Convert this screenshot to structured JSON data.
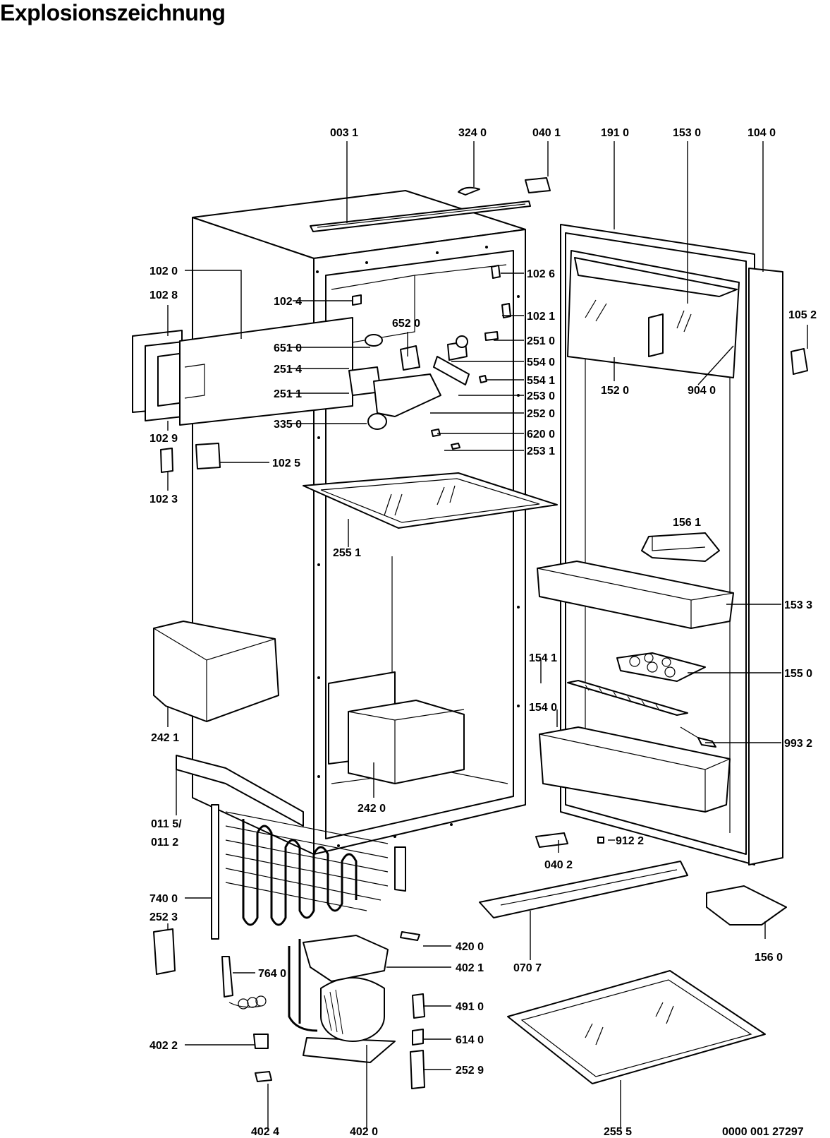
{
  "title": "Explosionszeichnung",
  "doc_number": "0000 001 27297",
  "labels": {
    "l0031": "003 1",
    "l3240": "324 0",
    "l0401": "040 1",
    "l1910": "191 0",
    "l1530": "153 0",
    "l1040": "104 0",
    "l1020": "102 0",
    "l1028": "102 8",
    "l1024": "102 4",
    "l1026": "102 6",
    "l1021": "102 1",
    "l1052": "105 2",
    "l6520": "652 0",
    "l6510": "651 0",
    "l2510": "251 0",
    "l2514": "251 4",
    "l5540": "554 0",
    "l5541": "554 1",
    "l2511": "251 1",
    "l2530": "253 0",
    "l1520": "152 0",
    "l9040": "904 0",
    "l2520": "252 0",
    "l3350": "335 0",
    "l6200": "620 0",
    "l1029": "102 9",
    "l2531": "253 1",
    "l1025": "102 5",
    "l1023": "102 3",
    "l1561": "156 1",
    "l2551": "255 1",
    "l1533": "153 3",
    "l1541": "154 1",
    "l1550": "155 0",
    "l1540": "154 0",
    "l2421": "242 1",
    "l9932": "993 2",
    "l2420": "242 0",
    "l0115": "011 5/",
    "l0112": "011 2",
    "l0402": "040 2",
    "l9122": "912 2",
    "l7400": "740 0",
    "l2523": "252 3",
    "l4200": "420 0",
    "l0707": "070 7",
    "l1560": "156 0",
    "l7640": "764 0",
    "l4021": "402 1",
    "l4910": "491 0",
    "l4022": "402 2",
    "l6140": "614 0",
    "l2529": "252 9",
    "l4024": "402 4",
    "l4020": "402 0",
    "l2555": "255 5"
  }
}
